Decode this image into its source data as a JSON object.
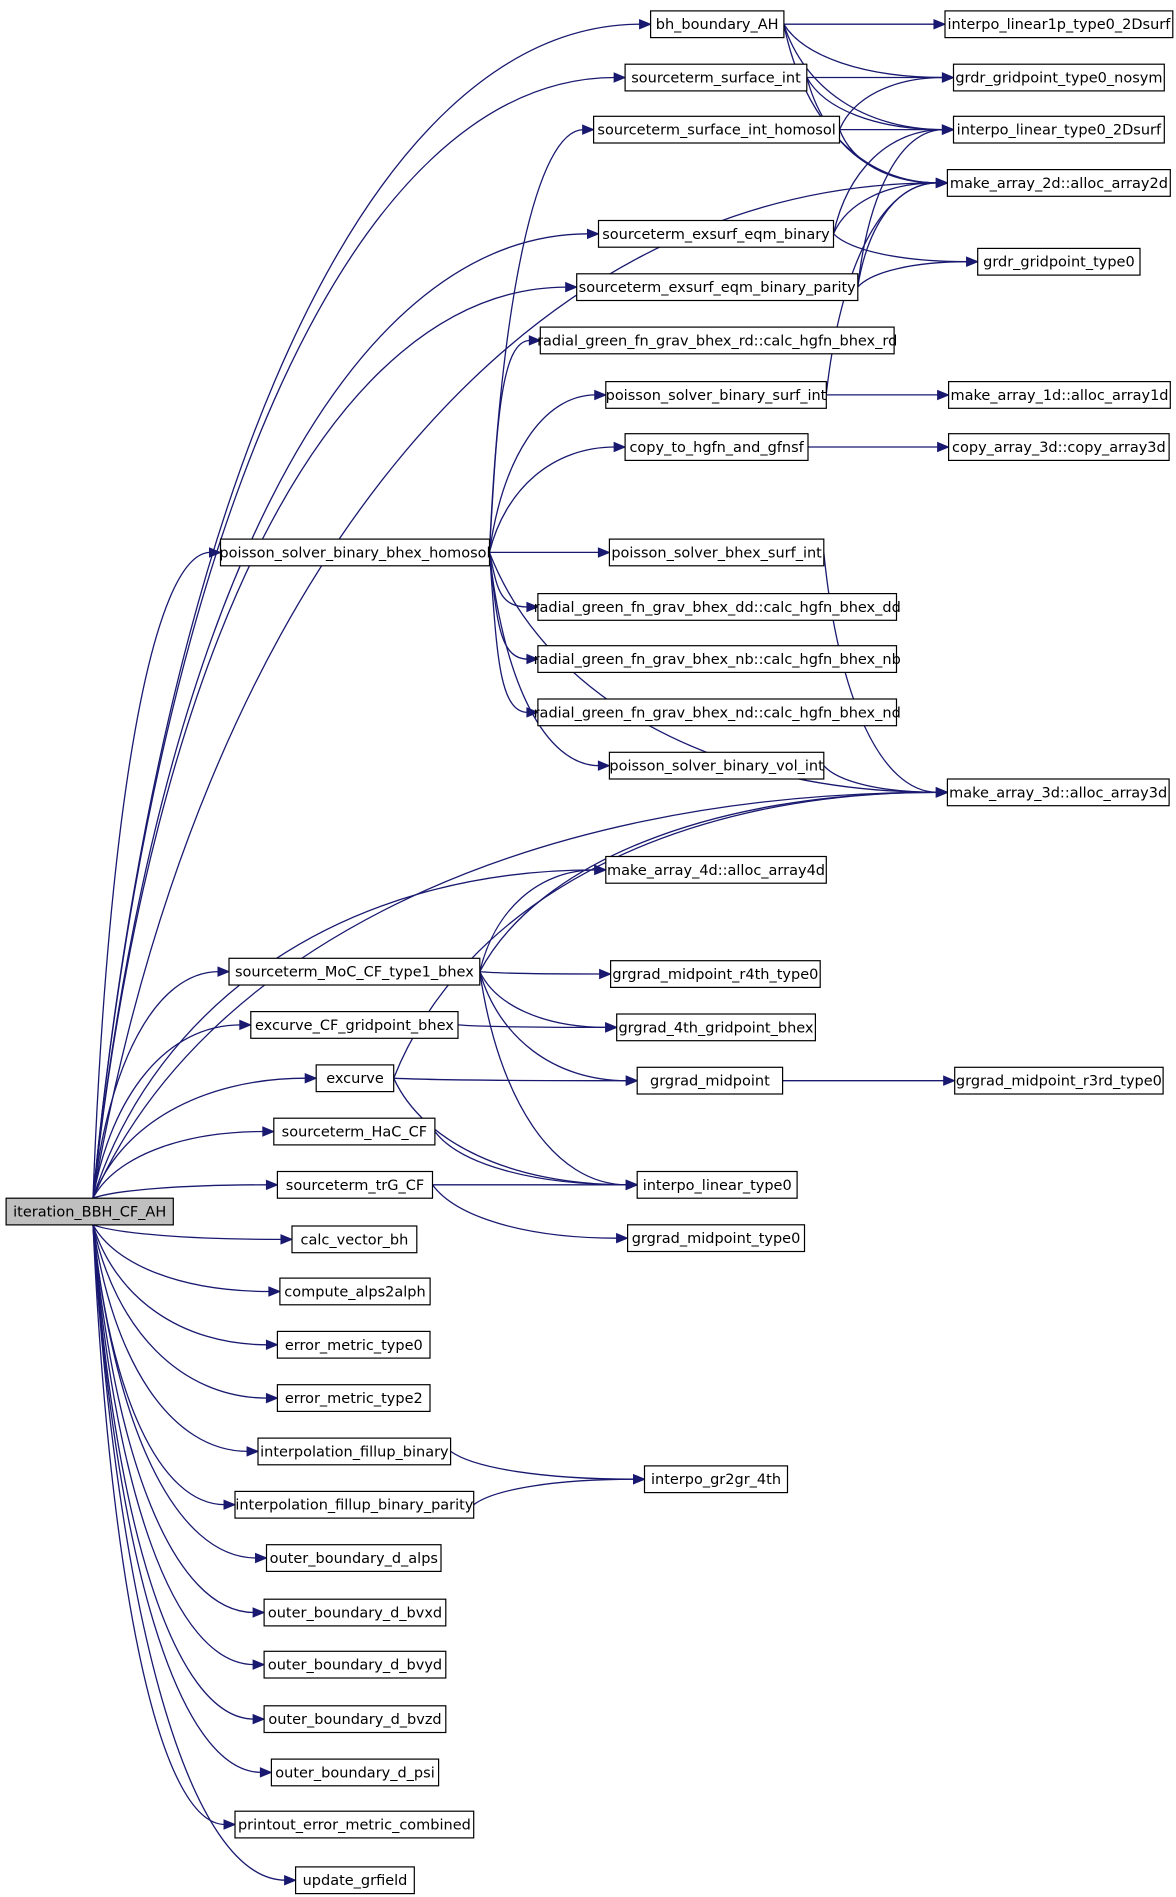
{
  "diagram": {
    "type": "call-graph",
    "root": "iteration_BBH_CF_AH",
    "edge_color": "#191970",
    "root_fill": "#bfbfbf",
    "nodes": [
      {
        "id": "root",
        "label": "iteration_BBH_CF_AH"
      },
      {
        "id": "bh_boundary",
        "label": "bh_boundary_AH"
      },
      {
        "id": "interp1p",
        "label": "interpo_linear1p_type0_2Dsurf"
      },
      {
        "id": "grdr_nosym",
        "label": "grdr_gridpoint_type0_nosym"
      },
      {
        "id": "src_surf",
        "label": "sourceterm_surface_int"
      },
      {
        "id": "interp_2d",
        "label": "interpo_linear_type0_2Dsurf"
      },
      {
        "id": "src_surf_homo",
        "label": "sourceterm_surface_int_homosol"
      },
      {
        "id": "alloc2d",
        "label": "make_array_2d::alloc_array2d"
      },
      {
        "id": "src_exsurf",
        "label": "sourceterm_exsurf_eqm_binary"
      },
      {
        "id": "grdr0",
        "label": "grdr_gridpoint_type0"
      },
      {
        "id": "src_exsurf_par",
        "label": "sourceterm_exsurf_eqm_binary_parity"
      },
      {
        "id": "hgfn_rd",
        "label": "radial_green_fn_grav_bhex_rd::calc_hgfn_bhex_rd"
      },
      {
        "id": "psb_surf",
        "label": "poisson_solver_binary_surf_int"
      },
      {
        "id": "alloc1d",
        "label": "make_array_1d::alloc_array1d"
      },
      {
        "id": "copy_hgfn",
        "label": "copy_to_hgfn_and_gfnsf"
      },
      {
        "id": "copy3d",
        "label": "copy_array_3d::copy_array3d"
      },
      {
        "id": "psb_homo",
        "label": "poisson_solver_binary_bhex_homosol"
      },
      {
        "id": "ps_bhex_surf",
        "label": "poisson_solver_bhex_surf_int"
      },
      {
        "id": "hgfn_dd",
        "label": "radial_green_fn_grav_bhex_dd::calc_hgfn_bhex_dd"
      },
      {
        "id": "hgfn_nb",
        "label": "radial_green_fn_grav_bhex_nb::calc_hgfn_bhex_nb"
      },
      {
        "id": "hgfn_nd",
        "label": "radial_green_fn_grav_bhex_nd::calc_hgfn_bhex_nd"
      },
      {
        "id": "psb_vol",
        "label": "poisson_solver_binary_vol_int"
      },
      {
        "id": "alloc3d",
        "label": "make_array_3d::alloc_array3d"
      },
      {
        "id": "alloc4d",
        "label": "make_array_4d::alloc_array4d"
      },
      {
        "id": "moc",
        "label": "sourceterm_MoC_CF_type1_bhex"
      },
      {
        "id": "r4th",
        "label": "grgrad_midpoint_r4th_type0"
      },
      {
        "id": "excurve_cf",
        "label": "excurve_CF_gridpoint_bhex"
      },
      {
        "id": "grgrad4th",
        "label": "grgrad_4th_gridpoint_bhex"
      },
      {
        "id": "excurve",
        "label": "excurve"
      },
      {
        "id": "grgrad_mid",
        "label": "grgrad_midpoint"
      },
      {
        "id": "r3rd",
        "label": "grgrad_midpoint_r3rd_type0"
      },
      {
        "id": "hac",
        "label": "sourceterm_HaC_CF"
      },
      {
        "id": "interp0",
        "label": "interpo_linear_type0"
      },
      {
        "id": "trg",
        "label": "sourceterm_trG_CF"
      },
      {
        "id": "grgrad_mid0",
        "label": "grgrad_midpoint_type0"
      },
      {
        "id": "calc_vec",
        "label": "calc_vector_bh"
      },
      {
        "id": "alps2alph",
        "label": "compute_alps2alph"
      },
      {
        "id": "err0",
        "label": "error_metric_type0"
      },
      {
        "id": "err2",
        "label": "error_metric_type2"
      },
      {
        "id": "fill_bin",
        "label": "interpolation_fillup_binary"
      },
      {
        "id": "gr2gr",
        "label": "interpo_gr2gr_4th"
      },
      {
        "id": "fill_par",
        "label": "interpolation_fillup_binary_parity"
      },
      {
        "id": "ob_alps",
        "label": "outer_boundary_d_alps"
      },
      {
        "id": "ob_bvxd",
        "label": "outer_boundary_d_bvxd"
      },
      {
        "id": "ob_bvyd",
        "label": "outer_boundary_d_bvyd"
      },
      {
        "id": "ob_bvzd",
        "label": "outer_boundary_d_bvzd"
      },
      {
        "id": "ob_psi",
        "label": "outer_boundary_d_psi"
      },
      {
        "id": "printout",
        "label": "printout_error_metric_combined"
      },
      {
        "id": "update",
        "label": "update_grfield"
      }
    ],
    "edges": [
      [
        "root",
        "bh_boundary"
      ],
      [
        "root",
        "src_surf"
      ],
      [
        "root",
        "alloc2d"
      ],
      [
        "root",
        "src_exsurf"
      ],
      [
        "root",
        "src_exsurf_par"
      ],
      [
        "root",
        "psb_homo"
      ],
      [
        "root",
        "alloc3d"
      ],
      [
        "root",
        "alloc4d"
      ],
      [
        "root",
        "moc"
      ],
      [
        "root",
        "excurve_cf"
      ],
      [
        "root",
        "excurve"
      ],
      [
        "root",
        "hac"
      ],
      [
        "root",
        "trg"
      ],
      [
        "root",
        "calc_vec"
      ],
      [
        "root",
        "alps2alph"
      ],
      [
        "root",
        "err0"
      ],
      [
        "root",
        "err2"
      ],
      [
        "root",
        "fill_bin"
      ],
      [
        "root",
        "fill_par"
      ],
      [
        "root",
        "ob_alps"
      ],
      [
        "root",
        "ob_bvxd"
      ],
      [
        "root",
        "ob_bvyd"
      ],
      [
        "root",
        "ob_bvzd"
      ],
      [
        "root",
        "ob_psi"
      ],
      [
        "root",
        "printout"
      ],
      [
        "root",
        "update"
      ],
      [
        "bh_boundary",
        "interp1p"
      ],
      [
        "bh_boundary",
        "grdr_nosym"
      ],
      [
        "bh_boundary",
        "interp_2d"
      ],
      [
        "bh_boundary",
        "alloc2d"
      ],
      [
        "src_surf",
        "grdr_nosym"
      ],
      [
        "src_surf",
        "interp_2d"
      ],
      [
        "src_surf",
        "alloc2d"
      ],
      [
        "src_surf_homo",
        "grdr_nosym"
      ],
      [
        "src_surf_homo",
        "interp_2d"
      ],
      [
        "src_surf_homo",
        "alloc2d"
      ],
      [
        "src_exsurf",
        "interp_2d"
      ],
      [
        "src_exsurf",
        "alloc2d"
      ],
      [
        "src_exsurf",
        "grdr0"
      ],
      [
        "src_exsurf_par",
        "interp_2d"
      ],
      [
        "src_exsurf_par",
        "alloc2d"
      ],
      [
        "src_exsurf_par",
        "grdr0"
      ],
      [
        "psb_surf",
        "alloc2d"
      ],
      [
        "psb_surf",
        "alloc1d"
      ],
      [
        "copy_hgfn",
        "copy3d"
      ],
      [
        "psb_homo",
        "src_surf_homo"
      ],
      [
        "psb_homo",
        "hgfn_rd"
      ],
      [
        "psb_homo",
        "psb_surf"
      ],
      [
        "psb_homo",
        "copy_hgfn"
      ],
      [
        "psb_homo",
        "alloc3d"
      ],
      [
        "psb_homo",
        "ps_bhex_surf"
      ],
      [
        "psb_homo",
        "hgfn_dd"
      ],
      [
        "psb_homo",
        "hgfn_nb"
      ],
      [
        "psb_homo",
        "hgfn_nd"
      ],
      [
        "psb_homo",
        "psb_vol"
      ],
      [
        "ps_bhex_surf",
        "alloc3d"
      ],
      [
        "psb_vol",
        "alloc3d"
      ],
      [
        "moc",
        "alloc4d"
      ],
      [
        "moc",
        "alloc3d"
      ],
      [
        "moc",
        "r4th"
      ],
      [
        "moc",
        "grgrad4th"
      ],
      [
        "moc",
        "grgrad_mid"
      ],
      [
        "moc",
        "interp0"
      ],
      [
        "excurve_cf",
        "grgrad4th"
      ],
      [
        "excurve",
        "grgrad_mid"
      ],
      [
        "excurve",
        "alloc3d"
      ],
      [
        "excurve",
        "interp0"
      ],
      [
        "grgrad_mid",
        "r3rd"
      ],
      [
        "hac",
        "interp0"
      ],
      [
        "trg",
        "interp0"
      ],
      [
        "trg",
        "grgrad_mid0"
      ],
      [
        "fill_bin",
        "gr2gr"
      ],
      [
        "fill_par",
        "gr2gr"
      ]
    ]
  }
}
